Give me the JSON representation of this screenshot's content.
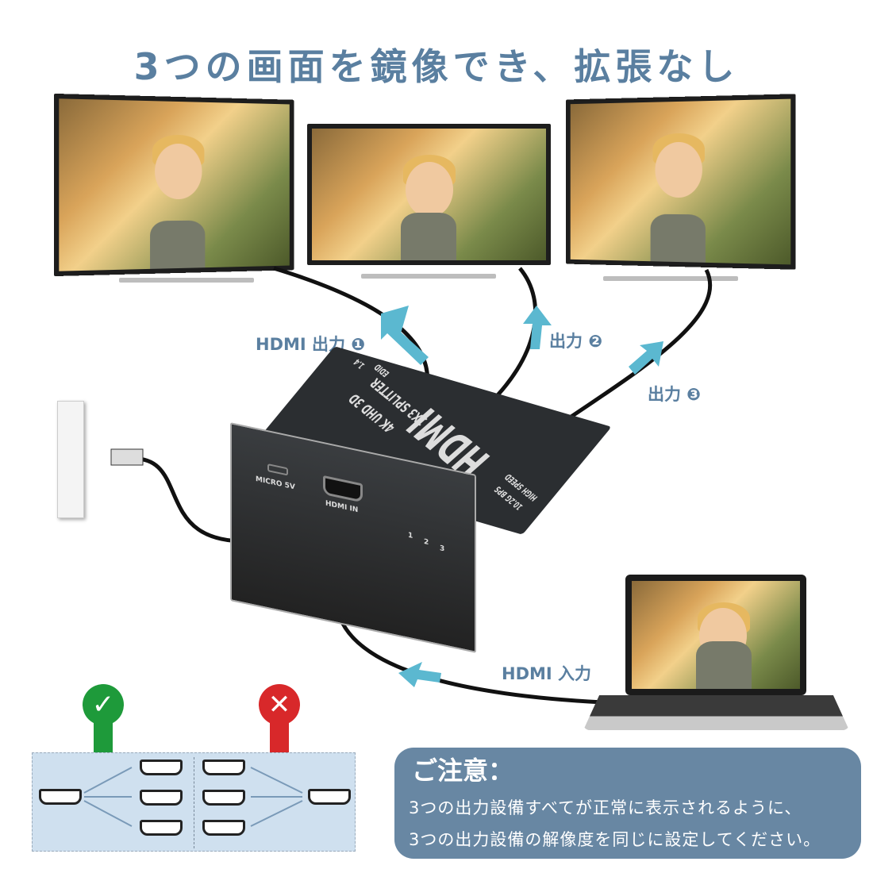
{
  "title": "3つの画面を鏡像でき、拡張なし",
  "labels": {
    "out1": "HDMI 出力 ❶",
    "out2": "出力 ❷",
    "out3": "出力 ❸",
    "input": "HDMI 入力"
  },
  "device": {
    "brand": "HDMI",
    "model": "1X3 SPLITTER",
    "spec": "4K UHD 3D",
    "version": "1.4",
    "edid": "EDID",
    "bandwidth": "10.2G BPS",
    "speed": "HIGH SPEED",
    "micro": "MICRO 5V",
    "hdmi_in": "HDMI IN",
    "led1": "1",
    "led2": "2",
    "led3": "3"
  },
  "diagram": {
    "ok_icon": "check-icon",
    "ng_icon": "cross-icon",
    "ok_mark": "✓",
    "ng_mark": "✕",
    "ok_color": "#1e9a3a",
    "ng_color": "#d8282a"
  },
  "note": {
    "heading": "ご注意：",
    "line1": "3つの出力設備すべてが正常に表示されるように、",
    "line2": "3つの出力設備の解像度を同じに設定してください。"
  },
  "colors": {
    "accent": "#5a7fa0",
    "arrow": "#5bb8d0",
    "note_bg": "#6887a3"
  }
}
